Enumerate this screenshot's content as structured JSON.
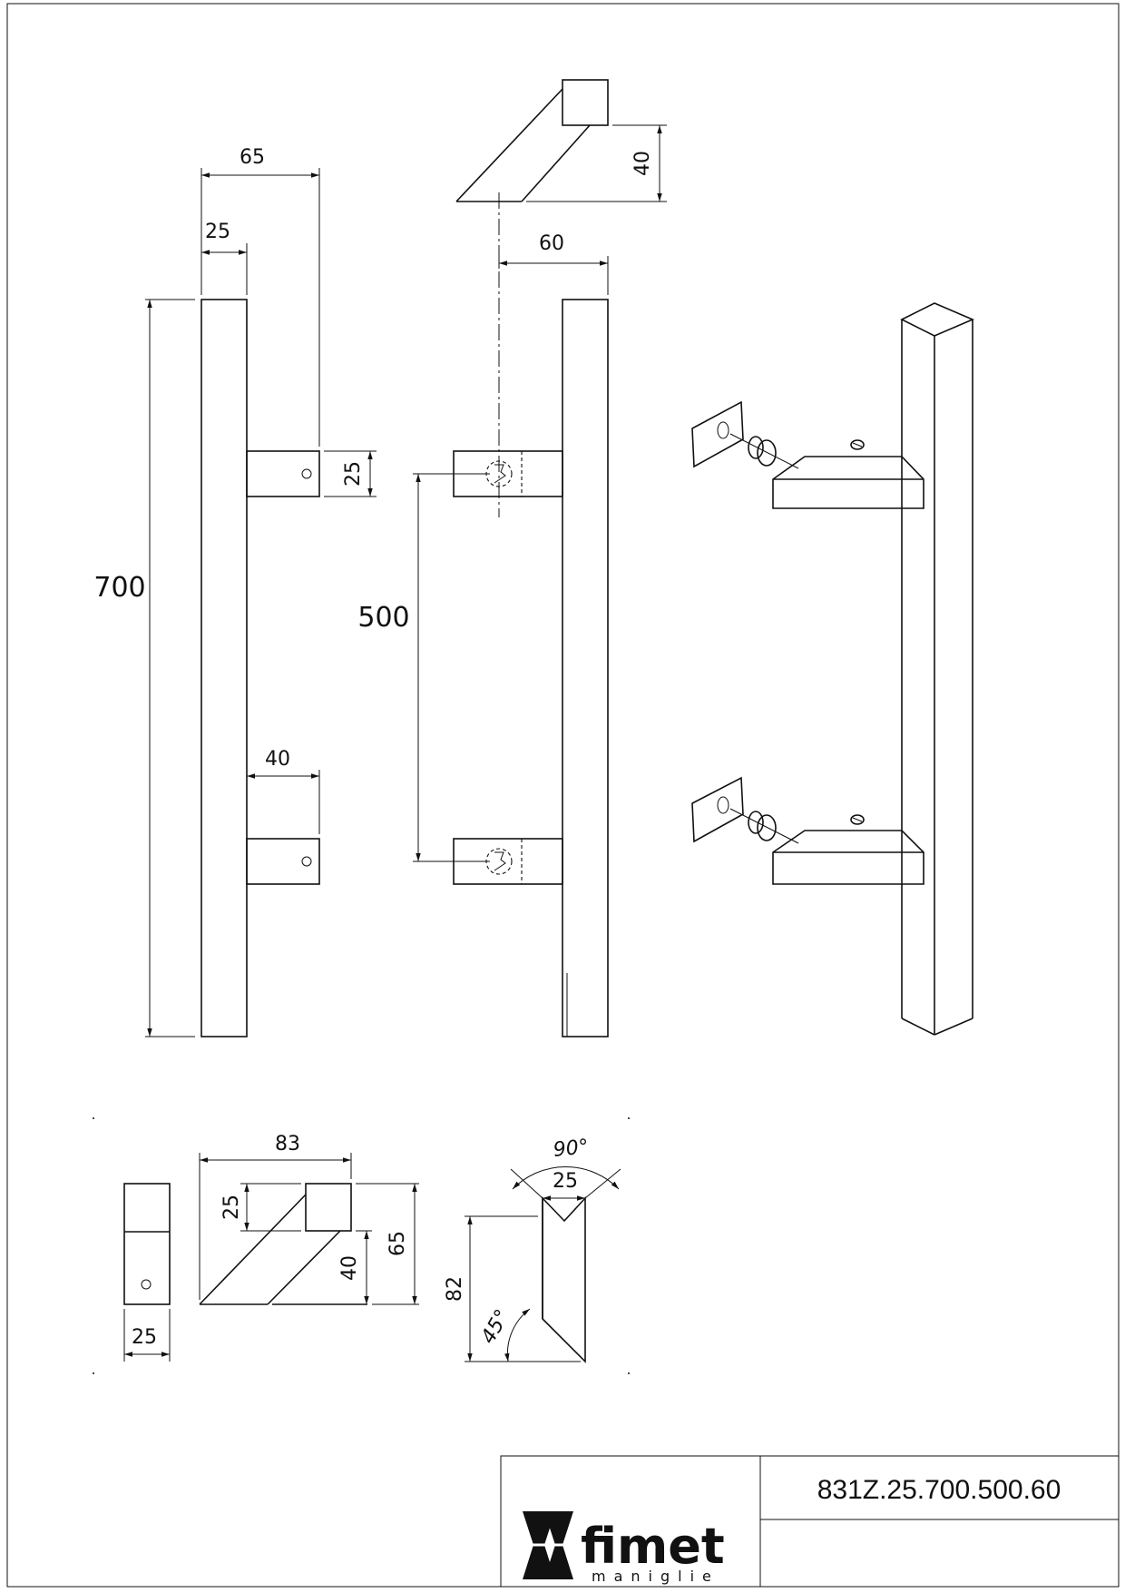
{
  "drawing": {
    "part_code": "831Z.25.700.500.60",
    "brand": "fimet",
    "brand_sub": "maniglie",
    "colors": {
      "line": "#111111",
      "paper": "#ffffff"
    }
  },
  "dimensions": {
    "overall_length": "700",
    "center_distance": "500",
    "bar_width": "25",
    "overall_depth": "65",
    "standoff_width": "25",
    "standoff_height": "40",
    "projection": "60",
    "top_view_height": "40",
    "section_width": "25",
    "section_length": "83",
    "section_small": "25",
    "section_height_a": "40",
    "section_height_b": "65",
    "cut_height": "82",
    "cut_width": "25",
    "angle_90": "90°",
    "angle_45": "45°"
  }
}
